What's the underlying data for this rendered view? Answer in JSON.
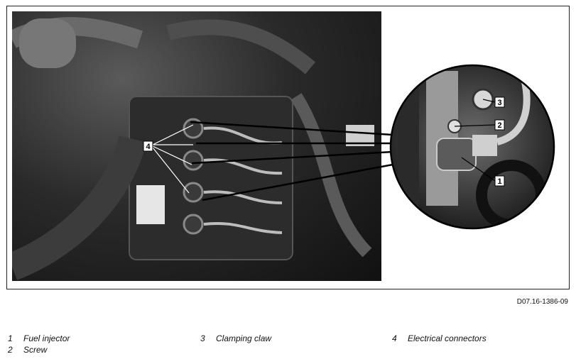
{
  "figure": {
    "code": "D07.16-1386-09",
    "callouts": {
      "c1": "1",
      "c2": "2",
      "c3": "3",
      "c4": "4"
    }
  },
  "legend": {
    "items": [
      {
        "number": "1",
        "label": "Fuel injector"
      },
      {
        "number": "2",
        "label": "Screw"
      },
      {
        "number": "3",
        "label": "Clamping claw"
      },
      {
        "number": "4",
        "label": "Electrical connectors"
      }
    ]
  },
  "colors": {
    "background": "#ffffff",
    "photo_dark": "#1a1a1a",
    "callout_box": "#ffffff",
    "line": "#000000"
  }
}
